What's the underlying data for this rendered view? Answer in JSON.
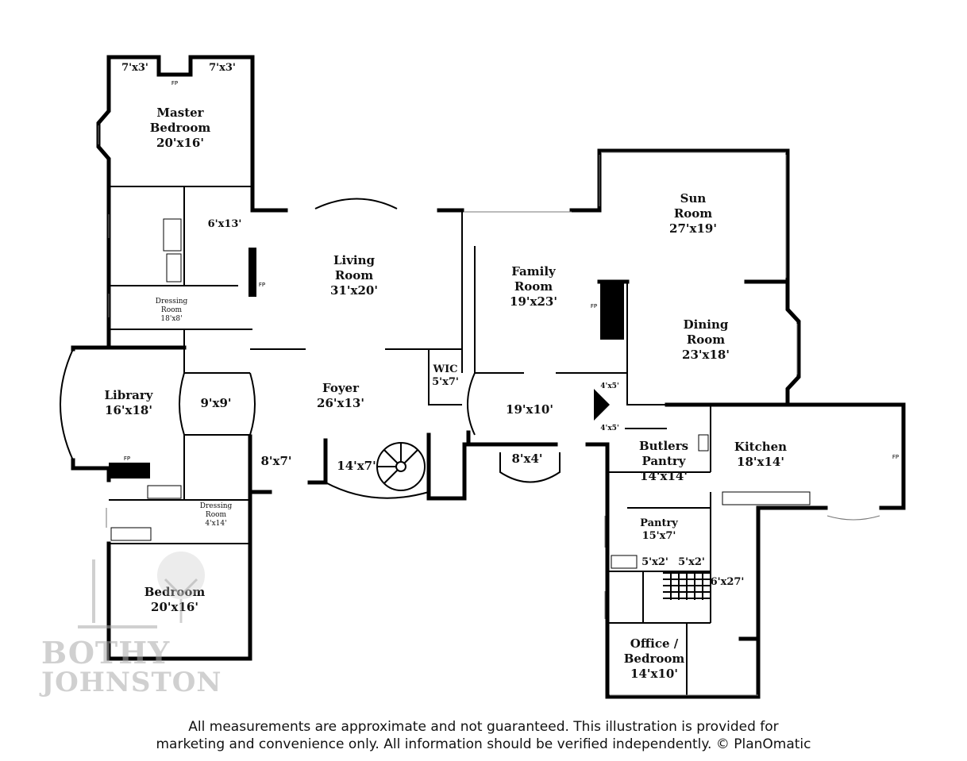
{
  "rooms": {
    "master_bedroom": {
      "name": "Master Bedroom",
      "line1": "Master",
      "line2": "Bedroom",
      "size": "20'x16'"
    },
    "closet_left": {
      "size": "7'x3'"
    },
    "closet_right": {
      "size": "7'x3'"
    },
    "master_bath": {
      "size": "6'x13'"
    },
    "dressing_room": {
      "name": "Dressing Room",
      "line1": "Dressing",
      "line2": "Room",
      "size": "18'x8'"
    },
    "living_room": {
      "line1": "Living",
      "line2": "Room",
      "size": "31'x20'"
    },
    "family_room": {
      "line1": "Family",
      "line2": "Room",
      "size": "19'x23'"
    },
    "sun_room": {
      "line1": "Sun",
      "line2": "Room",
      "size": "27'x19'"
    },
    "dining_room": {
      "line1": "Dining",
      "line2": "Room",
      "size": "23'x18'"
    },
    "library": {
      "line1": "Library",
      "size": "16'x18'"
    },
    "hall_9x9": {
      "size": "9'x9'"
    },
    "foyer": {
      "line1": "Foyer",
      "size": "26'x13'"
    },
    "wic": {
      "line1": "WIC",
      "size": "5'x7'"
    },
    "hall_19x10": {
      "size": "19'x10'"
    },
    "closet_4x5_top": {
      "size": "4'x5'"
    },
    "closet_4x5_bottom": {
      "size": "4'x5'"
    },
    "butlers_pantry": {
      "line1": "Butlers",
      "line2": "Pantry",
      "size": "14'x14'"
    },
    "kitchen": {
      "line1": "Kitchen",
      "size": "18'x14'"
    },
    "hall_8x7": {
      "size": "8'x7'"
    },
    "hall_14x7": {
      "size": "14'x7'"
    },
    "bay_8x4": {
      "size": "8'x4'"
    },
    "dressing_room_2": {
      "line1": "Dressing",
      "line2": "Room",
      "size": "4'x14'"
    },
    "bedroom": {
      "line1": "Bedroom",
      "size": "20'x16'"
    },
    "pantry": {
      "line1": "Pantry",
      "size": "15'x7'"
    },
    "closet_5x2_left": {
      "size": "5'x2'"
    },
    "closet_5x2_right": {
      "size": "5'x2'"
    },
    "hall_6x27": {
      "size": "6'x27'"
    },
    "office": {
      "line1": "Office /",
      "line2": "Bedroom",
      "size": "14'x10'"
    }
  },
  "fireplace_label": "FP",
  "watermark": {
    "line1": "BOTHY",
    "line2": "JOHNSTON"
  },
  "disclaimer": {
    "line1": "All measurements are approximate and not guaranteed. This illustration is provided for",
    "line2": "marketing and convenience only. All information should be verified independently. © PlanOmatic"
  }
}
